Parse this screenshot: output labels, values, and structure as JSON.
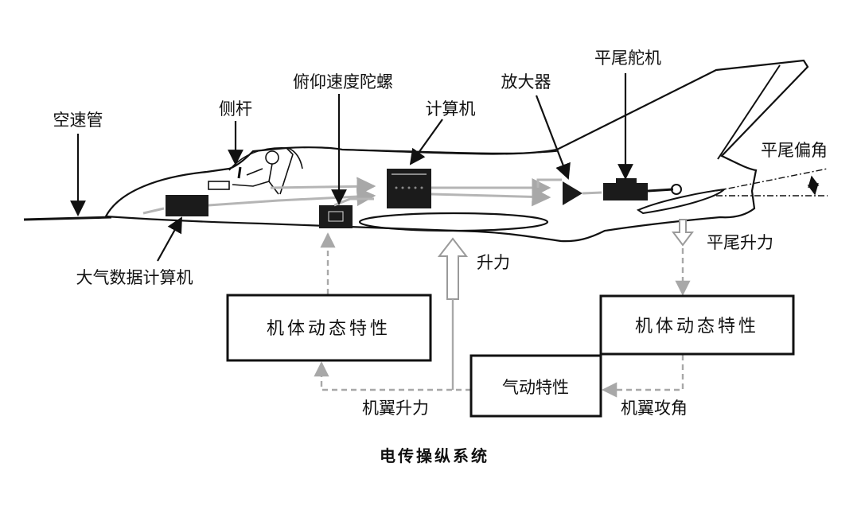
{
  "diagram": {
    "caption": "电传操纵系统",
    "labels": {
      "pitot_tube": "空速管",
      "side_stick": "侧杆",
      "pitch_rate_gyro": "俯仰速度陀螺",
      "computer": "计算机",
      "amplifier": "放大器",
      "tail_actuator": "平尾舵机",
      "tail_deflection": "平尾偏角",
      "air_data_computer": "大气数据计算机",
      "lift": "升力",
      "tail_lift": "平尾升力",
      "wing_lift": "机翼升力",
      "wing_aoa": "机翼攻角"
    },
    "boxes": {
      "left_dynamics": "机体动态特性",
      "right_dynamics": "机体动态特性",
      "aero": "气动特性"
    },
    "colors": {
      "line": "#111111",
      "signal_path": "#b5b5b5",
      "feedback_dashed": "#a8a8a8"
    }
  }
}
